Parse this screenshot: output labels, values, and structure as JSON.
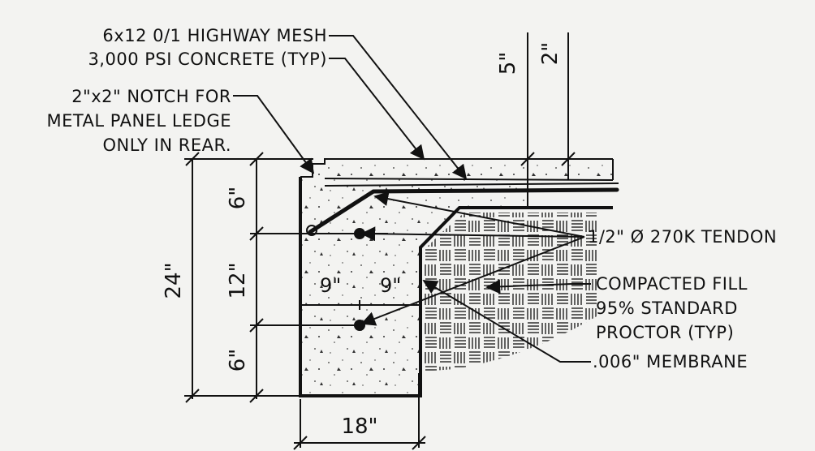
{
  "labels": {
    "mesh": "6x12 0/1 HIGHWAY MESH",
    "concrete": "3,000 PSI CONCRETE (TYP)",
    "notch_line1": "2\"x2\" NOTCH FOR",
    "notch_line2": "METAL PANEL LEDGE",
    "notch_line3": "ONLY IN REAR.",
    "tendon": "1/2\" Ø 270K TENDON",
    "fill_line1": "COMPACTED FILL",
    "fill_line2": "95% STANDARD",
    "fill_line3": "PROCTOR (TYP)",
    "membrane": ".006\" MEMBRANE"
  },
  "dimensions": {
    "slab_total": "5\"",
    "slab_notch": "2\"",
    "height_total": "24\"",
    "top_seg": "6\"",
    "mid_seg": "12\"",
    "bottom_seg": "6\"",
    "width": "18\"",
    "inner_left": "9\"",
    "inner_right": "9\""
  }
}
